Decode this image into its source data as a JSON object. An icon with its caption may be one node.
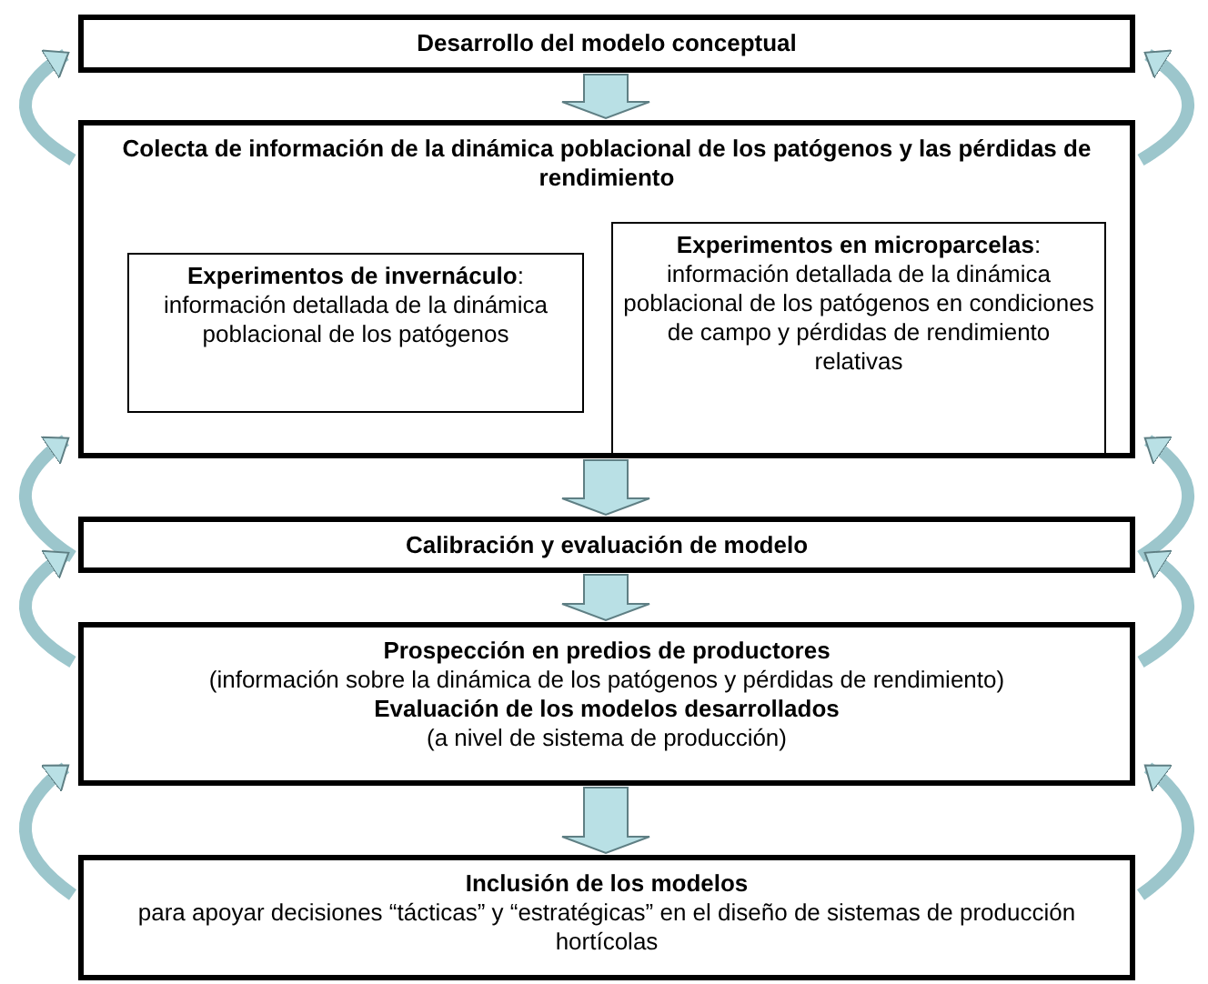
{
  "diagram": {
    "nodes": [
      {
        "text": [
          "Desarrollo del modelo conceptual"
        ]
      },
      {
        "text": [
          "Colecta de información de la dinámica poblacional de los patógenos y las pérdidas de rendimiento"
        ]
      },
      {
        "text": [
          "**Experimentos de invernáculo**:",
          "información detallada de la dinámica poblacional de los patógenos"
        ],
        "in": 1
      },
      {
        "text": [
          "**Experimentos en microparcelas**:",
          "información detallada de la dinámica poblacional de los patógenos en condiciones de campo y pérdidas de rendimiento relativas"
        ],
        "in": 1
      },
      {
        "text": [
          "Calibración y evaluación de modelo"
        ]
      },
      {
        "text": [
          "Prospección en predios de productores",
          "(información sobre la dinámica de los patógenos y pérdidas de rendimiento)",
          "Evaluación de los modelos desarrollados",
          "(a nivel de sistema de producción)"
        ]
      },
      {
        "text": [
          "Inclusión de los modelos",
          "para apoyar decisiones “tácticas” y “estratégicas” en el diseño de sistemas de producción hortícolas"
        ]
      }
    ],
    "edges": [
      {
        "from": 0,
        "to": 1,
        "arrow": "to"
      },
      {
        "from": 1,
        "to": 0,
        "arrow": "to"
      },
      {
        "from": 1,
        "to": 0,
        "arrow": "to"
      },
      {
        "from": 1,
        "to": 4,
        "arrow": "to"
      },
      {
        "from": 4,
        "to": 1,
        "arrow": "to"
      },
      {
        "from": 4,
        "to": 1,
        "arrow": "to"
      },
      {
        "from": 4,
        "to": 5,
        "arrow": "to"
      },
      {
        "from": 5,
        "to": 4,
        "arrow": "to"
      },
      {
        "from": 5,
        "to": 4,
        "arrow": "to"
      },
      {
        "from": 5,
        "to": 6,
        "arrow": "to"
      },
      {
        "from": 6,
        "to": 5,
        "arrow": "to"
      },
      {
        "from": 6,
        "to": 5,
        "arrow": "to"
      }
    ]
  }
}
